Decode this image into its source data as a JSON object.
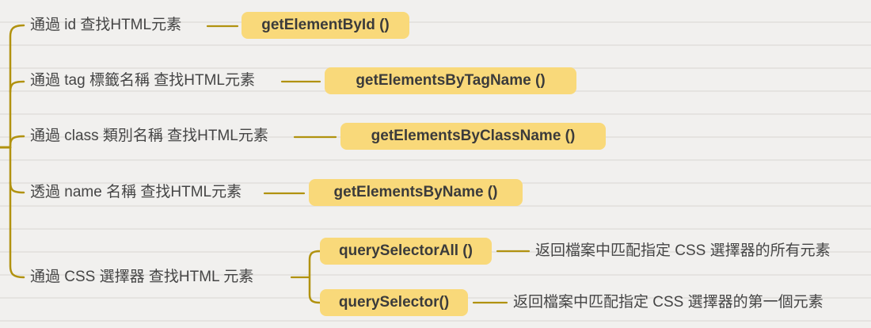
{
  "meta": {
    "description": "Mind map of JavaScript DOM element lookup methods",
    "colors": {
      "background": "#f1f0ee",
      "line": "#b1920f",
      "box_background": "#f9d97a",
      "box_text": "#3b3b3b",
      "label_text": "#454545"
    }
  },
  "mindmap": {
    "branches": [
      {
        "label": "通過 id 查找HTML元素",
        "method": "getElementById ()"
      },
      {
        "label": "通過 tag 標籤名稱 查找HTML元素",
        "method": "getElementsByTagName ()"
      },
      {
        "label": "通過 class 類別名稱 查找HTML元素",
        "method": "getElementsByClassName ()"
      },
      {
        "label": "透過 name 名稱 查找HTML元素",
        "method": "getElementsByName ()"
      },
      {
        "label": "通過 CSS 選擇器 查找HTML 元素",
        "children": [
          {
            "method": "querySelectorAll ()",
            "description": "返回檔案中匹配指定 CSS 選擇器的所有元素"
          },
          {
            "method": "querySelector()",
            "description": "返回檔案中匹配指定 CSS 選擇器的第一個元素"
          }
        ]
      }
    ]
  }
}
